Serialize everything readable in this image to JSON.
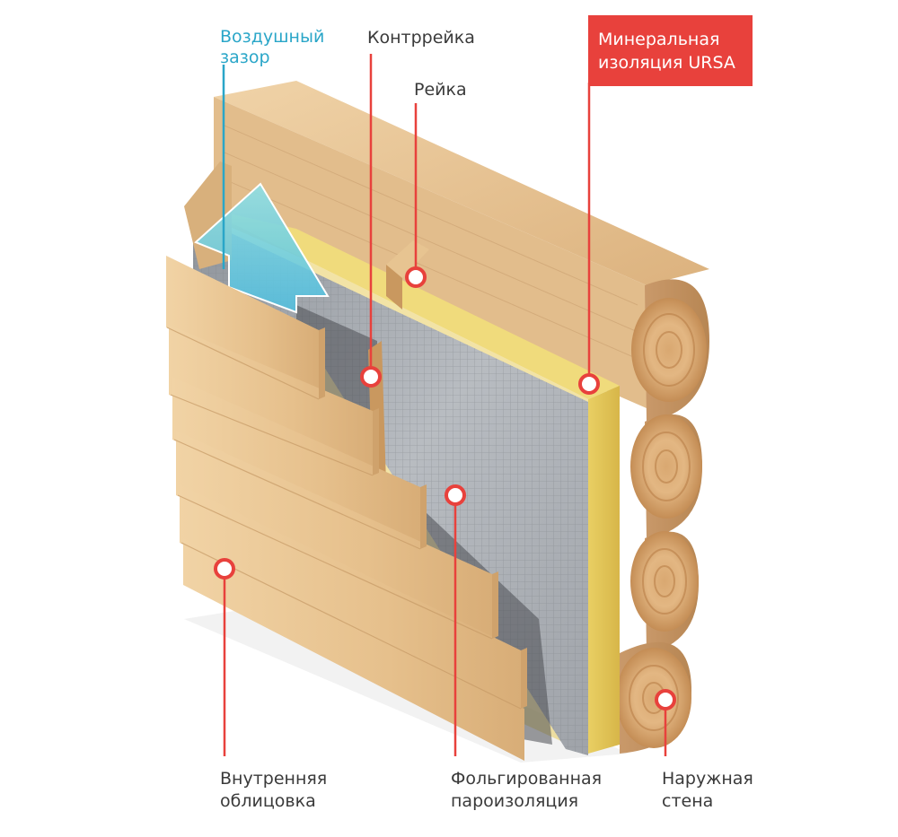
{
  "colors": {
    "accent_red": "#e8413c",
    "air_blue": "#2aa6c8",
    "label_gray": "#3a3a3a",
    "wood_light": "#e9c79a",
    "wood_dark": "#c99a66",
    "insulation": "#e4c95c",
    "foil": "#a9adb3"
  },
  "labels": {
    "air_gap_line1": "Воздушный",
    "air_gap_line2": "зазор",
    "counter_batten": "Контррейка",
    "batten": "Рейка",
    "insulation_line1": "Минеральная",
    "insulation_line2": "изоляция URSA",
    "inner_cladding_line1": "Внутренняя",
    "inner_cladding_line2": "облицовка",
    "vapor_barrier_line1": "Фольгированная",
    "vapor_barrier_line2": "пароизоляция",
    "outer_wall_line1": "Наружная",
    "outer_wall_line2": "стена"
  }
}
